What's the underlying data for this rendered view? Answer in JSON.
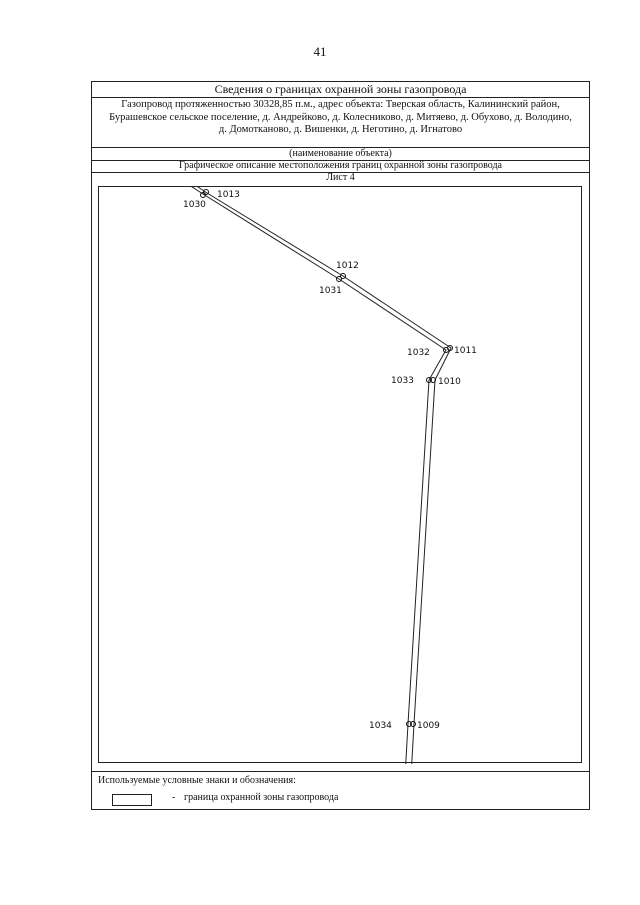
{
  "page_number": "41",
  "header": {
    "title": "Сведения о границах охранной зоны газопровода",
    "description_lines": [
      "Газопровод протяженностью 30328,85 п.м., адрес объекта: Тверская область, Калининский район,",
      "Бурашевское сельское поселение, д. Андрейково, д. Колесниково, д. Митяево, д. Обухово, д. Володино,",
      "д. Домотканово, д. Вишенки, д. Неготино, д. Игнатово"
    ],
    "object_caption": "(наименование объекта)",
    "graphic_title": "Графическое описание местоположения границ охранной зоны газопровода",
    "sheet": "Лист 4"
  },
  "plot": {
    "points": [
      {
        "id": "1013",
        "side": "right"
      },
      {
        "id": "1030",
        "side": "left"
      },
      {
        "id": "1012",
        "side": "right"
      },
      {
        "id": "1031",
        "side": "left"
      },
      {
        "id": "1011",
        "side": "right"
      },
      {
        "id": "1032",
        "side": "left"
      },
      {
        "id": "1010",
        "side": "right"
      },
      {
        "id": "1033",
        "side": "left"
      },
      {
        "id": "1009",
        "side": "right"
      },
      {
        "id": "1034",
        "side": "left"
      }
    ]
  },
  "legend": {
    "title": "Используемые условные знаки и обозначения:",
    "dash": "-",
    "item_label": "граница охранной зоны газопровода"
  }
}
